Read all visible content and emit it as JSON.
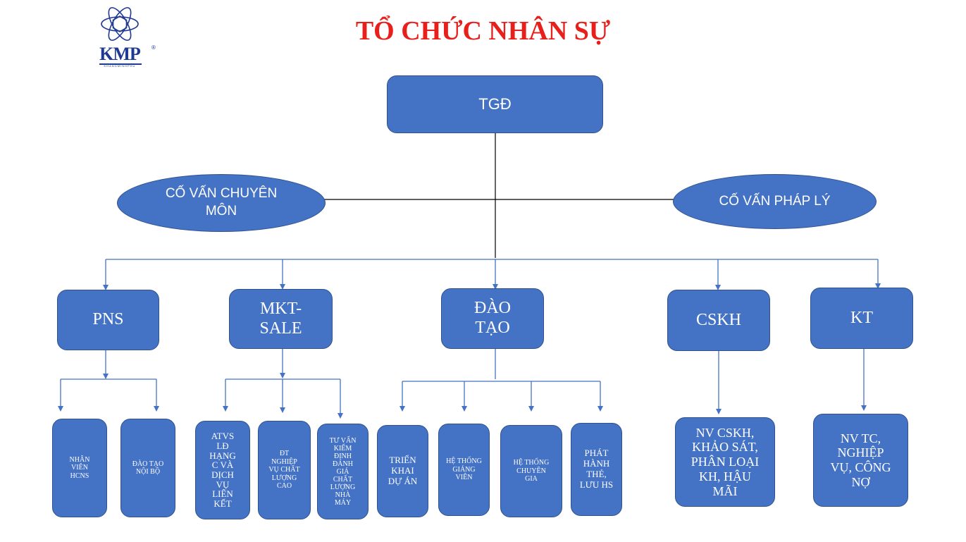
{
  "title": "TỔ CHỨC NHÂN SỰ",
  "logo": {
    "text": "KMP",
    "subtext": "KHANGMINHPHU",
    "registered": "®",
    "color": "#1F3A93"
  },
  "colors": {
    "box_fill": "#4472C4",
    "box_border": "#2F528F",
    "title": "#E8201C",
    "line": "#4472C4"
  },
  "root": "TGĐ",
  "advisors": {
    "left": "CỐ VẤN CHUYÊN MÔN",
    "right": "CỐ VẤN PHÁP LÝ"
  },
  "departments": [
    {
      "id": "pns",
      "label": "PNS",
      "children": [
        "NHÂN VIÊN HCNS",
        "ĐÀO TẠO NỘI BỘ"
      ]
    },
    {
      "id": "mkt",
      "label": "MKT-SALE",
      "children": [
        "ATVS LĐ HẠNG C VÀ DỊCH VỤ LIÊN KẾT",
        "ĐT NGHIỆP VỤ CHẤT LƯỢNG CAO",
        "TƯ VẤN KIỂM ĐỊNH ĐÁNH GIÁ CHẤT LƯỢNG NHÀ MÁY"
      ]
    },
    {
      "id": "dt",
      "label": "ĐÀO TẠO",
      "children": [
        "TRIỂN KHAI DỰ ÁN",
        "HỆ THỐNG GIẢNG VIÊN",
        "HỆ THỐNG CHUYÊN GIA",
        "PHÁT HÀNH THẺ, LƯU HS"
      ]
    },
    {
      "id": "cskh",
      "label": "CSKH",
      "children": [
        "NV CSKH, KHẢO SÁT, PHÂN LOẠI KH, HẬU MÃI"
      ]
    },
    {
      "id": "kt",
      "label": "KT",
      "children": [
        "NV TC, NGHIỆP VỤ, CÔNG NỢ"
      ]
    }
  ]
}
